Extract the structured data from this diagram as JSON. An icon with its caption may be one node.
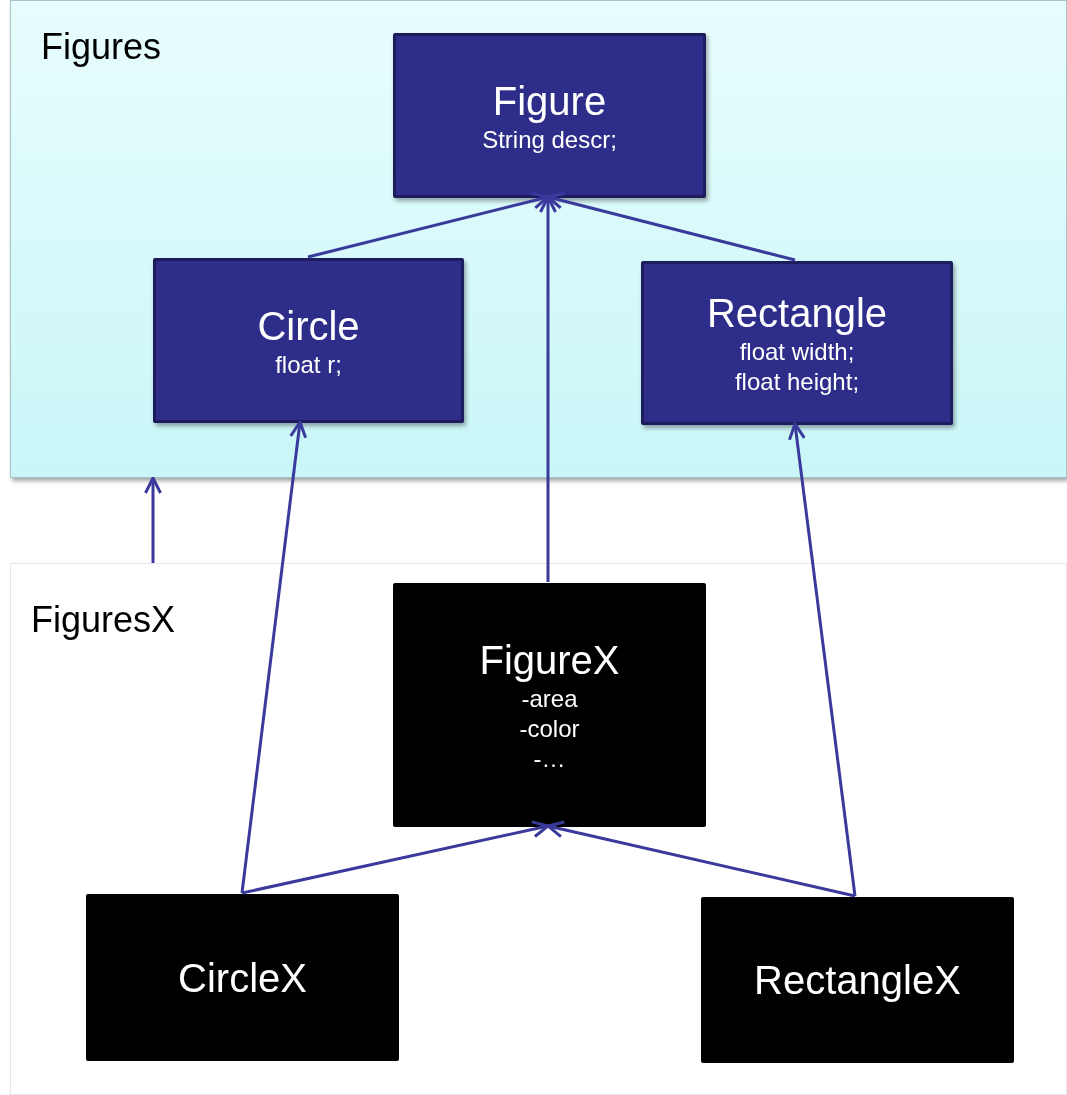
{
  "diagram": {
    "nodes": [
      {
        "text": [
          "Figures"
        ]
      },
      {
        "text": [
          "Figure",
          "String descr;"
        ],
        "in": 0
      },
      {
        "text": [
          "Circle",
          "float r;"
        ],
        "in": 0
      },
      {
        "text": [
          "Rectangle",
          "float width;",
          "float height;"
        ],
        "in": 0
      },
      {
        "text": [
          "FiguresX"
        ]
      },
      {
        "text": [
          "FigureX",
          "-area",
          "-color",
          "-…"
        ],
        "in": 4
      },
      {
        "text": [
          "CircleX"
        ],
        "in": 4
      },
      {
        "text": [
          "RectangleX"
        ],
        "in": 4
      }
    ],
    "edges": [
      {
        "from": 2,
        "to": 1,
        "arrow": "to"
      },
      {
        "from": 3,
        "to": 1,
        "arrow": "to"
      },
      {
        "from": 5,
        "to": 1,
        "arrow": "to"
      },
      {
        "from": 6,
        "to": 2,
        "arrow": "to"
      },
      {
        "from": 6,
        "to": 5,
        "arrow": "to"
      },
      {
        "from": 7,
        "to": 3,
        "arrow": "to"
      },
      {
        "from": 7,
        "to": 5,
        "arrow": "to"
      },
      {
        "from": 4,
        "to": 0,
        "arrow": "to"
      }
    ]
  }
}
